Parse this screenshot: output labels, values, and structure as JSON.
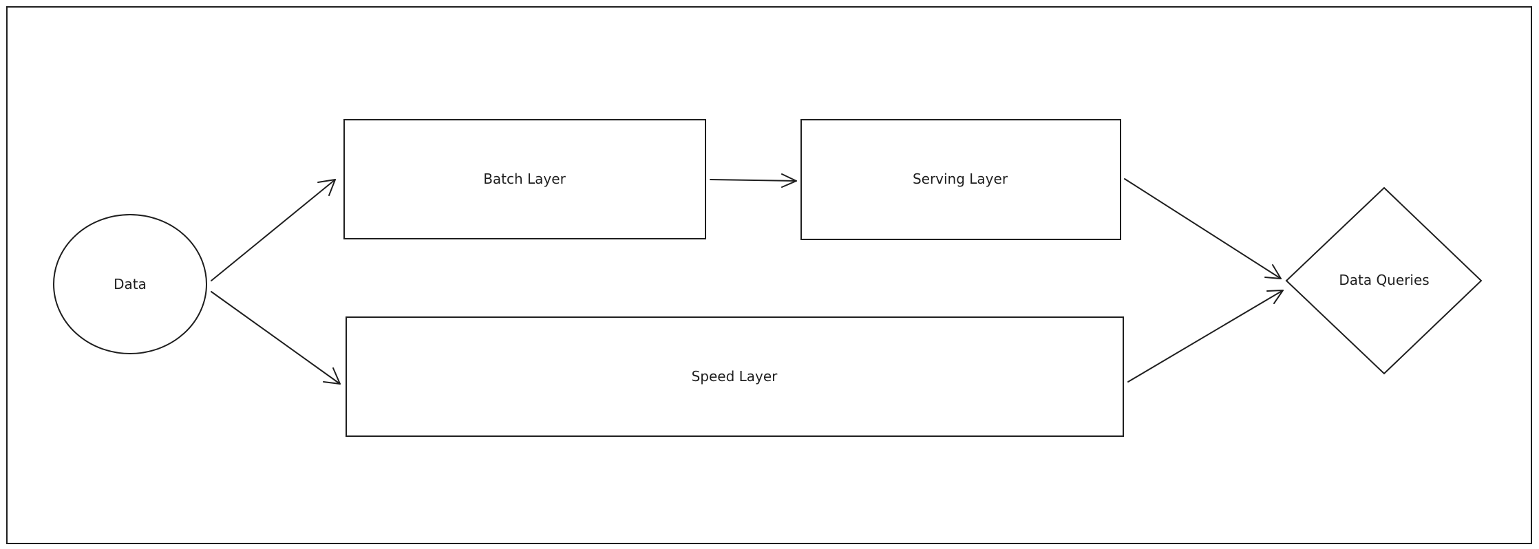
{
  "diagram": {
    "nodes": {
      "data": {
        "label": "Data"
      },
      "batch_layer": {
        "label": "Batch Layer"
      },
      "serving_layer": {
        "label": "Serving Layer"
      },
      "speed_layer": {
        "label": "Speed Layer"
      },
      "data_queries": {
        "label": "Data Queries"
      }
    },
    "edges": [
      {
        "from": "Data",
        "to": "Batch Layer"
      },
      {
        "from": "Data",
        "to": "Speed Layer"
      },
      {
        "from": "Batch Layer",
        "to": "Serving Layer"
      },
      {
        "from": "Serving Layer",
        "to": "Data Queries"
      },
      {
        "from": "Speed Layer",
        "to": "Data Queries"
      }
    ]
  }
}
